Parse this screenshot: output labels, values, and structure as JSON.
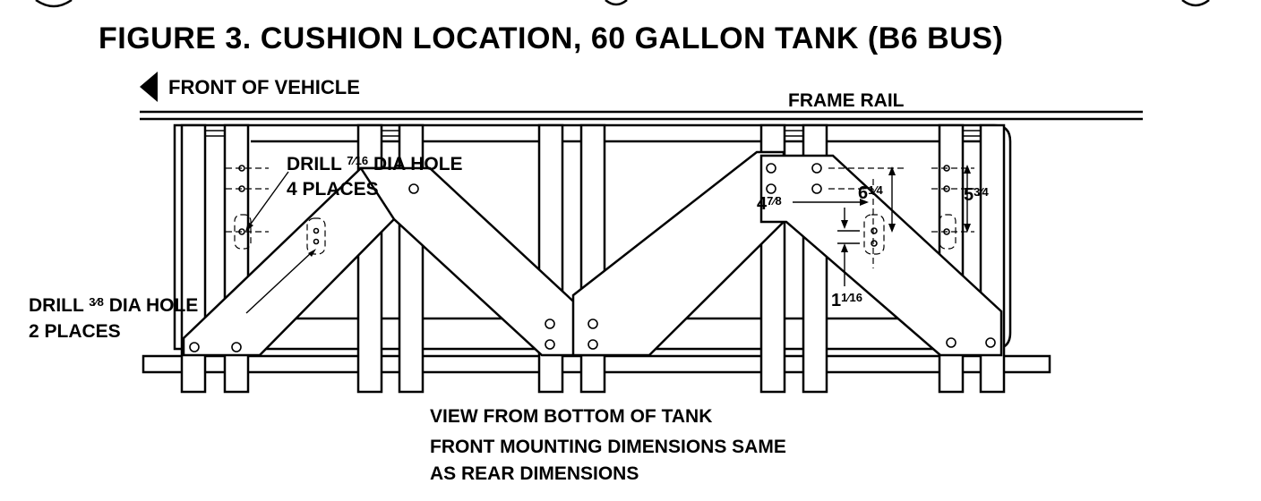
{
  "title": "FIGURE 3. CUSHION LOCATION, 60 GALLON TANK (B6 BUS)",
  "front_label": "FRONT OF VEHICLE",
  "frame_rail_label": "FRAME RAIL",
  "callouts": {
    "drill_716_line1_a": "DRILL ",
    "drill_716_frac": "7⁄16",
    "drill_716_line1_b": " DIA HOLE",
    "drill_716_line2": "4 PLACES",
    "drill_38_line1_a": "DRILL ",
    "drill_38_frac": "3⁄8",
    "drill_38_line1_b": " DIA HOLE",
    "drill_38_line2": "2 PLACES"
  },
  "dimensions": {
    "d1_whole": "4",
    "d1_frac": "7⁄8",
    "d2_whole": "6",
    "d2_frac": "1⁄4",
    "d3_whole": "5",
    "d3_frac": "3⁄4",
    "d4_whole": "1",
    "d4_frac": "1⁄16"
  },
  "notes": {
    "line1": "VIEW FROM BOTTOM OF TANK",
    "line2": "FRONT MOUNTING DIMENSIONS SAME",
    "line3": "AS REAR DIMENSIONS"
  }
}
